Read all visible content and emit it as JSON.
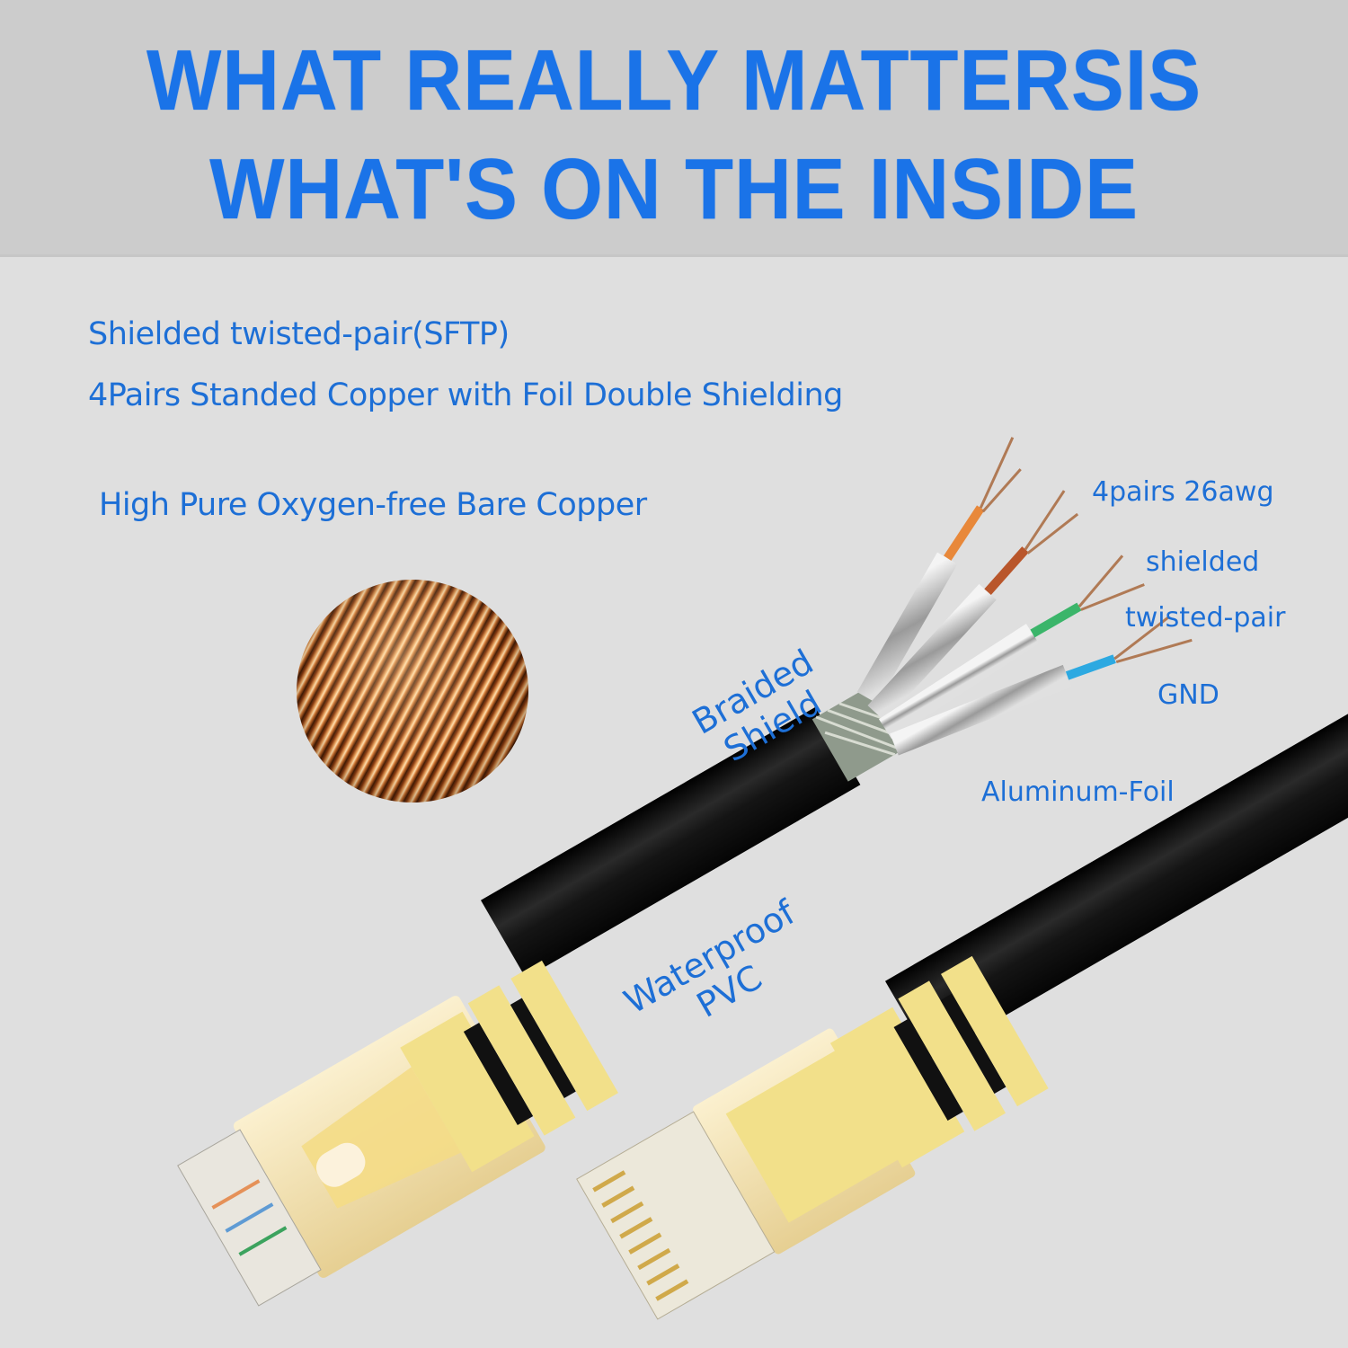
{
  "header": {
    "line1": "WHAT REALLY MATTERSIS",
    "line2": "WHAT'S ON THE INSIDE"
  },
  "specs": [
    "Shielded twisted-pair(SFTP)",
    "4Pairs Standed Copper with Foil Double Shielding",
    "High Pure Oxygen-free Bare Copper"
  ],
  "callouts": {
    "wires": [
      "4pairs 26awg",
      "shielded",
      "twisted-pair",
      "GND"
    ],
    "foil": "Aluminum-Foil",
    "braided": [
      "Braided",
      "Shield"
    ],
    "jacket": [
      "Waterproof",
      "PVC"
    ]
  },
  "colors": {
    "header_bg": "#cccccc",
    "body_bg": "#dfdfdf",
    "text_blue": "#1a73e8",
    "boot_yellow": "#f2e08a",
    "cable_black": "#111111",
    "plug_gold": "#f3e3b4"
  },
  "images": {
    "copper_closeup": "copper-wire-strands",
    "cable_stripped": "stripped-sftp-cable",
    "connector_left": "rj45-plug-top-view",
    "connector_right": "rj45-plug-contacts-view"
  }
}
